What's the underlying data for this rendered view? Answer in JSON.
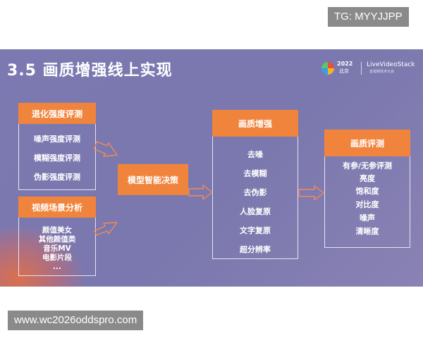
{
  "watermarks": {
    "top": "TG: MYYJJPP",
    "bottom": "www.wc2026oddspro.com"
  },
  "slide": {
    "title": "3.5 画质增强线上实现",
    "logo": {
      "year": "2022",
      "city": "北京",
      "brand": "LiveVideoStack",
      "subtitle": "音视频技术大会"
    }
  },
  "degradation": {
    "header": "退化强度评测",
    "items": [
      "噪声强度评测",
      "模糊强度评测",
      "伪影强度评测"
    ]
  },
  "scene": {
    "header": "视频场景分析",
    "items": [
      "颜值美女",
      "其他颜值类",
      "音乐MV",
      "电影片段",
      "..."
    ]
  },
  "decision": {
    "label": "模型智能决策"
  },
  "enhance": {
    "header": "画质增强",
    "items": [
      "去噪",
      "去模糊",
      "去伪影",
      "人脸复原",
      "文字复原",
      "超分辨率"
    ]
  },
  "evaluate": {
    "header": "画质评测",
    "items": [
      "有参/无参评测",
      "亮度",
      "饱和度",
      "对比度",
      "噪声",
      "清晰度"
    ]
  },
  "colors": {
    "accent": "#f0843c",
    "slide_bg": "#7c79b2",
    "border": "#e9e2ee",
    "watermark_bg": "#8a8a8a"
  }
}
